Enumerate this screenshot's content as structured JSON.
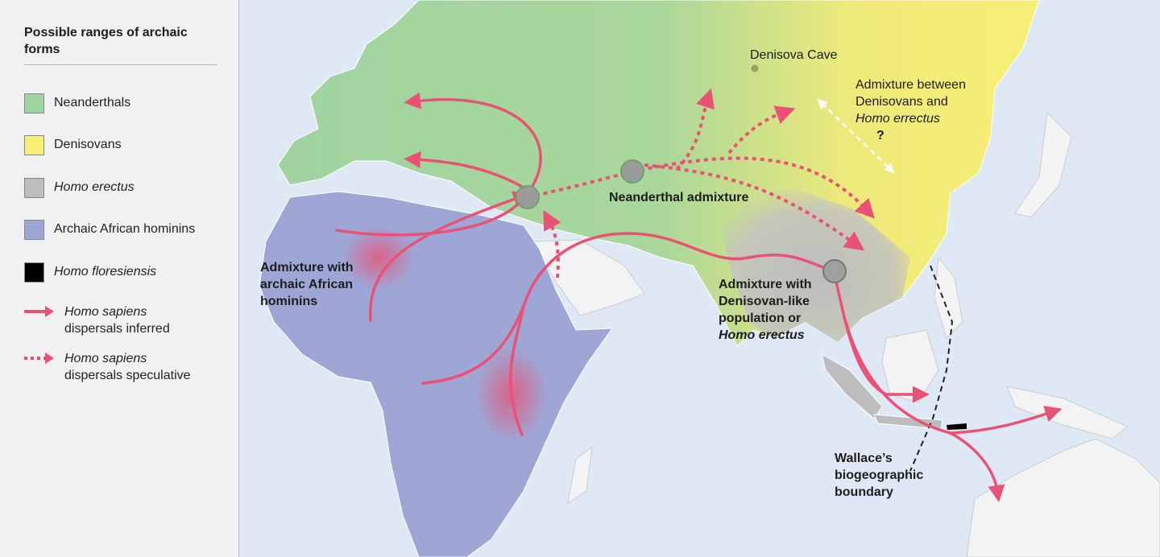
{
  "legend": {
    "title": "Possible ranges of archaic forms",
    "items": [
      {
        "label": "Neanderthals",
        "color": "#9fd3a0",
        "italic": false
      },
      {
        "label": "Denisovans",
        "color": "#f7ef76",
        "italic": false
      },
      {
        "label": "Homo erectus",
        "color": "#bdbdbf",
        "italic": true
      },
      {
        "label": "Archaic African hominins",
        "color": "#9ea6d6",
        "italic": false
      },
      {
        "label": "Homo floresiensis",
        "color": "#000000",
        "italic": true
      }
    ],
    "arrows": [
      {
        "line1": "Homo sapiens",
        "line2": "dispersals inferred",
        "style": "solid"
      },
      {
        "line1": "Homo sapiens",
        "line2": "dispersals speculative",
        "style": "dotted"
      }
    ]
  },
  "colors": {
    "arrow": "#ea5275",
    "ocean": "#dfe9f5",
    "land": "#f3f3f3"
  },
  "map": {
    "denisova_cave": "Denisova Cave",
    "admix_den_erectus": {
      "line1": "Admixture between",
      "line2": "Denisovans and",
      "line3": "Homo errectus",
      "question": "?"
    },
    "neanderthal_admixture": "Neanderthal admixture",
    "admix_african": {
      "line1": "Admixture with",
      "line2": "archaic African",
      "line3": "hominins"
    },
    "admix_denisovan_like": {
      "line1": "Admixture with",
      "line2": "Denisovan-like",
      "line3": "population or",
      "line4": "Homo erectus"
    },
    "wallace": {
      "line1": "Wallace’s",
      "line2": "biogeographic",
      "line3": "boundary"
    }
  }
}
